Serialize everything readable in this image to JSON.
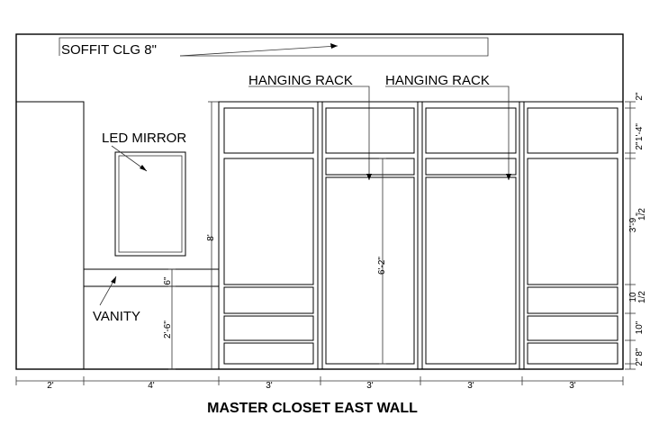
{
  "labels": {
    "soffit": "SOFFIT CLG 8\"",
    "rack_left": "HANGING RACK",
    "rack_right": "HANGING RACK",
    "mirror": "LED MIRROR",
    "vanity": "VANITY",
    "title": "MASTER CLOSET EAST WALL"
  },
  "dims": {
    "bottom": [
      "2'",
      "4'",
      "3'",
      "3'",
      "3'",
      "3'"
    ],
    "right": [
      "2\"",
      "1'-4\"",
      "2\"",
      "3'-9",
      "1/2",
      "\"",
      "10",
      "1/2",
      "10\"",
      "8\"",
      "2\""
    ],
    "height_8": "8'",
    "vanity_top": "6\"",
    "vanity_height": "2'-6\"",
    "rod_drop": "6'-2\""
  }
}
